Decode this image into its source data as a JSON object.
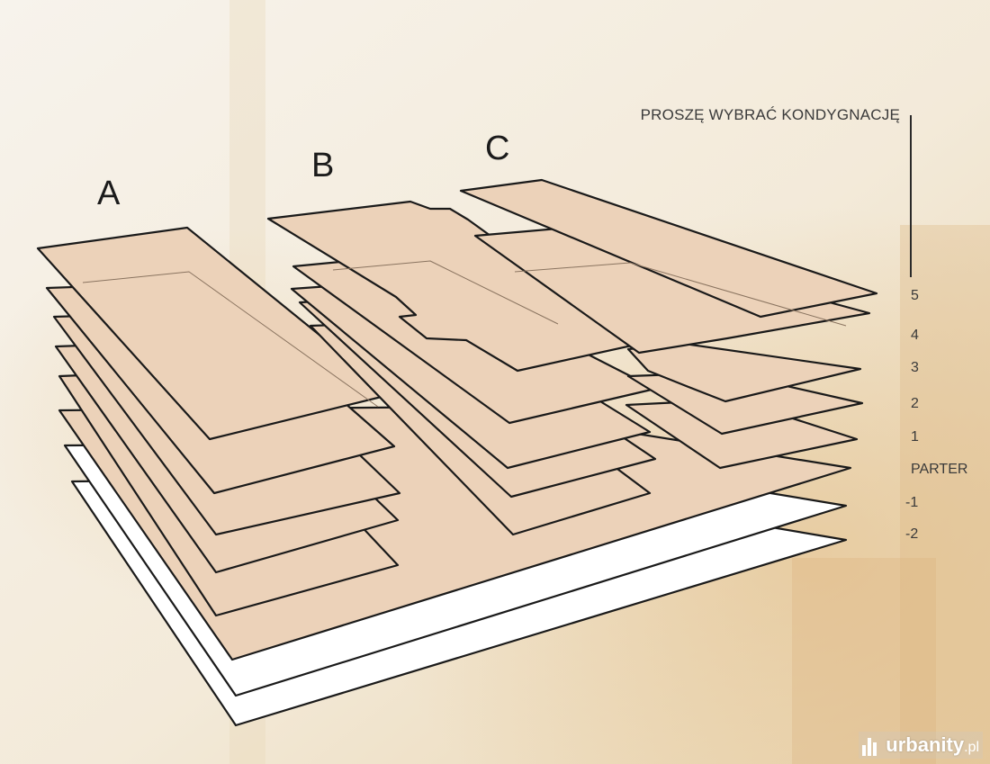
{
  "prompt": "PROSZĘ WYBRAĆ KONDYGNACJĘ",
  "buildings": [
    {
      "id": "A",
      "label": "A"
    },
    {
      "id": "B",
      "label": "B"
    },
    {
      "id": "C",
      "label": "C"
    }
  ],
  "floors": [
    {
      "label": "5"
    },
    {
      "label": "4"
    },
    {
      "label": "3"
    },
    {
      "label": "2"
    },
    {
      "label": "1"
    },
    {
      "label": "PARTER"
    },
    {
      "label": "-1"
    },
    {
      "label": "-2"
    }
  ],
  "logo": {
    "name": "urbanity",
    "tld": ".pl"
  },
  "colors": {
    "slab_fill": "#ecd2b9",
    "slab_stroke": "#1a1a1a",
    "basement_fill": "#ffffff",
    "background": "#f3ede2"
  }
}
